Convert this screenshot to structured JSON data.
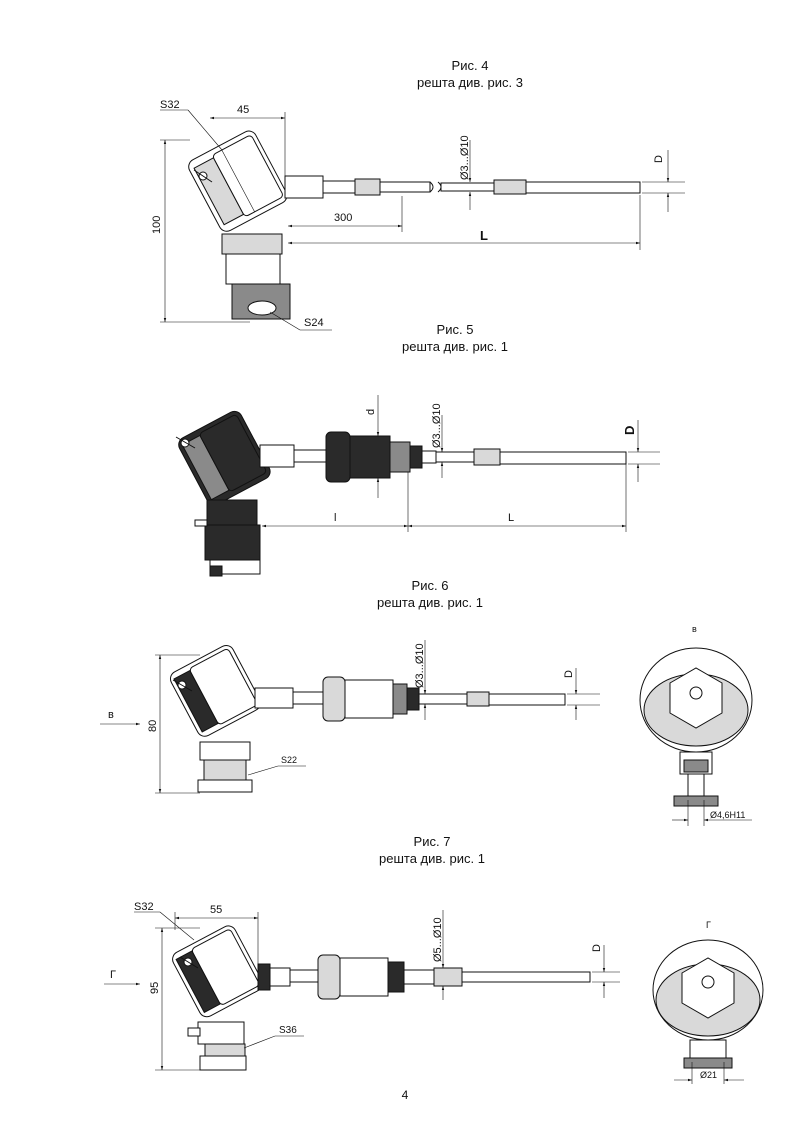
{
  "figures": [
    {
      "title": "Рис. 4",
      "subtitle": "решта див. рис. 3",
      "labels": {
        "hex_head": "S32",
        "width": "45",
        "height": "100",
        "diameter": "Ø3...Ø10",
        "D": "D",
        "length_fixed": "300",
        "length": "L",
        "hex_nut": "S24"
      }
    },
    {
      "title": "Рис. 5",
      "subtitle": "решта див. рис. 1",
      "labels": {
        "d": "d",
        "diameter": "Ø3...Ø10",
        "D": "D",
        "l": "l",
        "L": "L"
      }
    },
    {
      "title": "Рис. 6",
      "subtitle": "решта див. рис. 1",
      "labels": {
        "view": "в",
        "height": "80",
        "diameter": "Ø3...Ø10",
        "D": "D",
        "hex_nut": "S22",
        "view_label": "в",
        "hole": "Ø4,6H11"
      }
    },
    {
      "title": "Рис. 7",
      "subtitle": "решта див. рис. 1",
      "labels": {
        "hex_head": "S32",
        "width": "55",
        "height": "95",
        "view": "Г",
        "diameter": "Ø5...Ø10",
        "D": "D",
        "hex_nut": "S36",
        "view_label": "Г",
        "hole": "Ø21"
      }
    }
  ],
  "page_number": "4"
}
